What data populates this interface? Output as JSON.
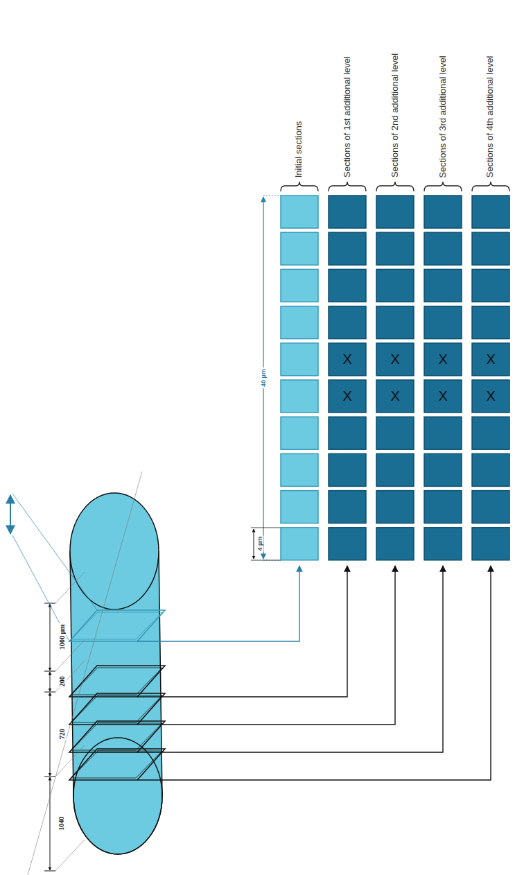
{
  "diagram": {
    "labels": [
      "1000 µm",
      "200",
      "720",
      "1040",
      "40 µm",
      "4 µm",
      "Initial sections",
      "Sections of 1st additional level",
      "Sections of 2nd additional level",
      "Sections of 3rd additional level",
      "Sections of 4th additional level",
      "X",
      "X",
      "X",
      "X",
      "X",
      "X",
      "X",
      "X"
    ]
  }
}
